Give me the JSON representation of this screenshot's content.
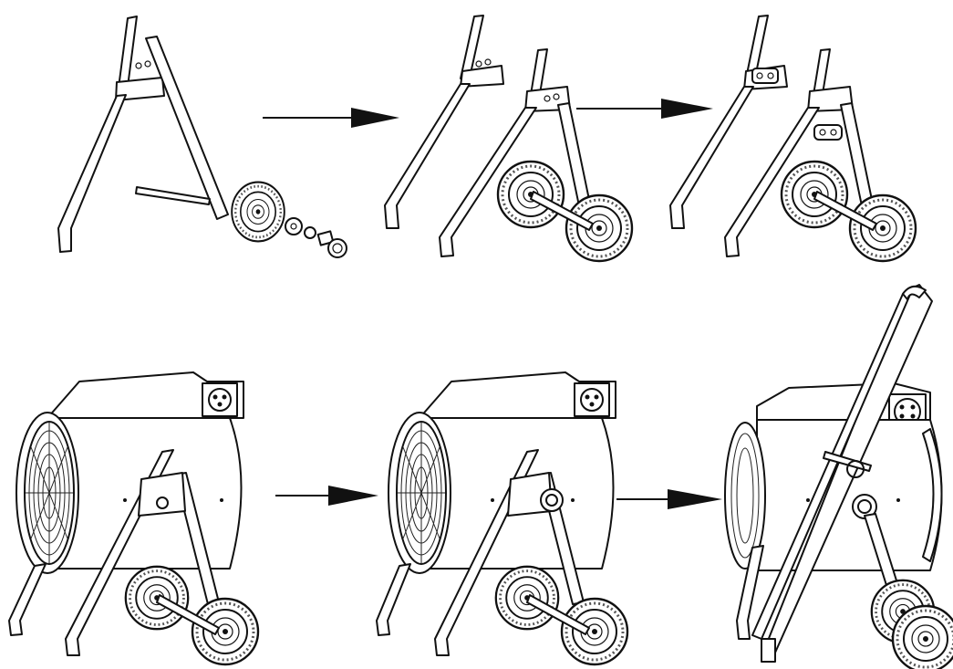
{
  "diagram": {
    "type": "assembly-instructions",
    "subject": "heater-wheel-kit",
    "layout": {
      "rows": 2,
      "steps_per_row": 3
    },
    "steps": [
      {
        "row": 1,
        "step": 1,
        "depicts": "frame-with-axle-wheel-washers-cap"
      },
      {
        "row": 1,
        "step": 2,
        "depicts": "frame-with-two-wheels"
      },
      {
        "row": 1,
        "step": 3,
        "depicts": "frame-with-brackets"
      },
      {
        "row": 2,
        "step": 1,
        "depicts": "heater-with-frame"
      },
      {
        "row": 2,
        "step": 2,
        "depicts": "heater-with-frame-and-knob"
      },
      {
        "row": 2,
        "step": 3,
        "depicts": "heater-with-frame-and-handle"
      }
    ],
    "arrows": 4,
    "colors": {
      "line": "#111111",
      "background": "#ffffff"
    }
  }
}
